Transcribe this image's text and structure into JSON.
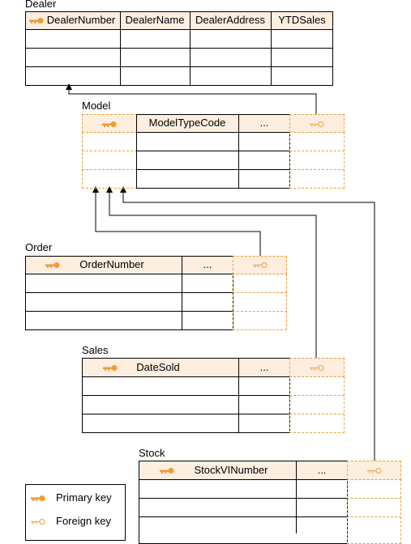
{
  "colors": {
    "primary_key": "#f39a32",
    "foreign_key": "#f0b060",
    "dashed_border": "#e8a040",
    "header_fill": "#fdeee0"
  },
  "tables": {
    "dealer": {
      "name": "Dealer",
      "columns": [
        "DealerNumber",
        "DealerName",
        "DealerAddress",
        "YTDSales"
      ]
    },
    "model": {
      "name": "Model",
      "columns": [
        "ModelTypeCode",
        "..."
      ]
    },
    "order": {
      "name": "Order",
      "columns": [
        "OrderNumber",
        "..."
      ]
    },
    "sales": {
      "name": "Sales",
      "columns": [
        "DateSold",
        "..."
      ]
    },
    "stock": {
      "name": "Stock",
      "columns": [
        "StockVINumber",
        "..."
      ]
    }
  },
  "legend": {
    "primary": "Primary key",
    "foreign": "Foreign key"
  }
}
